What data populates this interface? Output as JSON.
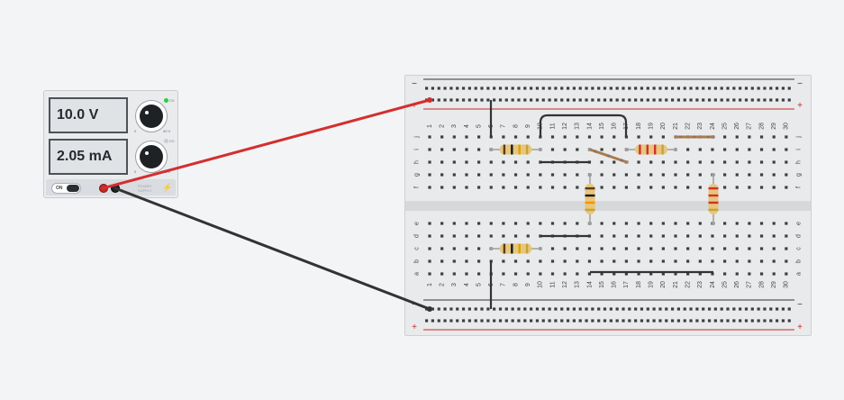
{
  "power_supply": {
    "voltage_display": "10.0 V",
    "current_display": "2.05 mA",
    "power_switch_label": "ON",
    "voltage_knob_min": "0",
    "voltage_knob_max": "30 V",
    "current_knob_min": "0",
    "current_knob_max": "5 A",
    "cv_label": "CV",
    "cc_label": "CC",
    "brand_line1": "POWER",
    "brand_line2": "SUPPLY",
    "cv_led_color": "#2ecc40",
    "cc_led_color": "#c8cdd2"
  },
  "breadboard": {
    "column_labels": [
      "1",
      "2",
      "3",
      "4",
      "5",
      "6",
      "7",
      "8",
      "9",
      "10",
      "11",
      "12",
      "13",
      "14",
      "15",
      "16",
      "17",
      "18",
      "19",
      "20",
      "21",
      "22",
      "23",
      "24",
      "25",
      "26",
      "27",
      "28",
      "29",
      "30"
    ],
    "upper_row_labels": [
      "j",
      "i",
      "h",
      "g",
      "f"
    ],
    "lower_row_labels": [
      "e",
      "d",
      "c",
      "b",
      "a"
    ],
    "rail_plus_label": "+",
    "rail_minus_label": "−",
    "rail_red_color": "#c62828",
    "rail_black_color": "#333333"
  },
  "wires": {
    "positive_lead_color": "#d32f2f",
    "negative_lead_color": "#333333",
    "jumper_color": "#333333"
  },
  "components": [
    {
      "name": "resistor-1",
      "orientation": "horizontal",
      "bands": [
        "#5a3a1e",
        "#1a1a1a",
        "#d9a300",
        "#c9a13a"
      ]
    },
    {
      "name": "resistor-2",
      "orientation": "diagonal",
      "bands": [
        "#8d6e63",
        "#8d6e63",
        "#8d6e63"
      ]
    },
    {
      "name": "resistor-3",
      "orientation": "horizontal",
      "bands": [
        "#d32f2f",
        "#d32f2f",
        "#d32f2f",
        "#c9a13a"
      ]
    },
    {
      "name": "resistor-4",
      "orientation": "horizontal",
      "bands": [
        "#8d6e63",
        "#8d6e63",
        "#8d6e63"
      ]
    },
    {
      "name": "resistor-5",
      "orientation": "vertical",
      "bands": [
        "#5a3a1e",
        "#1a1a1a",
        "#ff8f00",
        "#c9a13a"
      ]
    },
    {
      "name": "resistor-6",
      "orientation": "vertical",
      "bands": [
        "#d32f2f",
        "#d32f2f",
        "#d32f2f",
        "#c9a13a"
      ]
    },
    {
      "name": "resistor-7",
      "orientation": "horizontal",
      "bands": [
        "#5a3a1e",
        "#1a1a1a",
        "#d9a300",
        "#c9a13a"
      ]
    }
  ]
}
